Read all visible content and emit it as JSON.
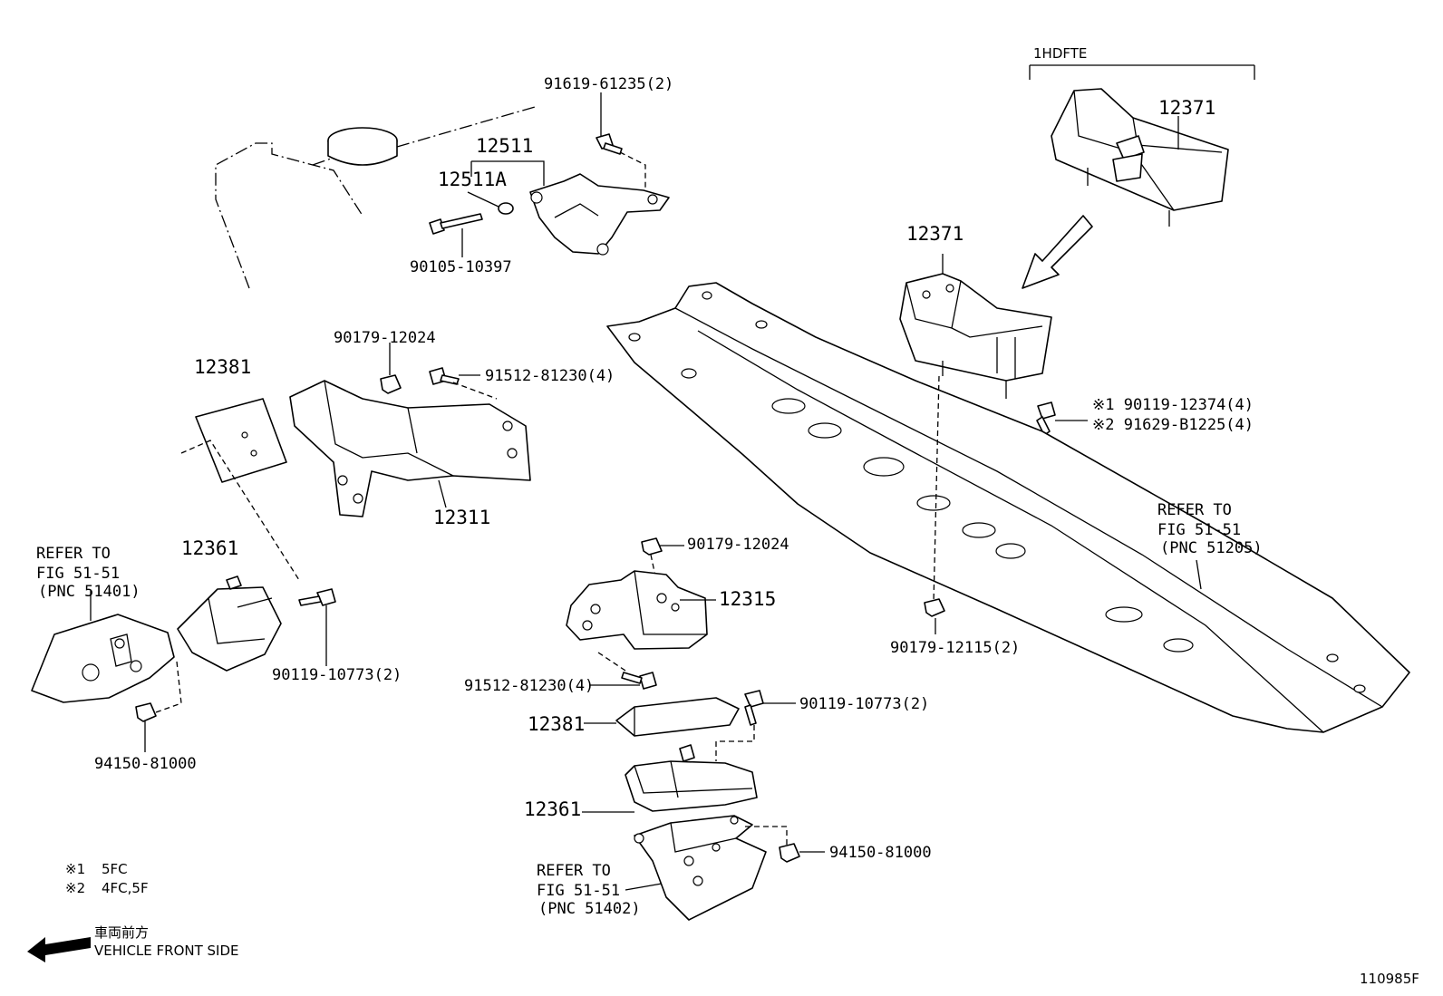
{
  "diagram": {
    "figure_code": "110985F",
    "engine_variant": "1HDFTE",
    "direction": {
      "jp": "車両前方",
      "en": "VEHICLE FRONT SIDE"
    },
    "notes": [
      {
        "mark": "※1",
        "text": "5FC"
      },
      {
        "mark": "※2",
        "text": "4FC,5F"
      }
    ],
    "labels": {
      "p91619_61235": "91619-61235(2)",
      "p12511": "12511",
      "p12511A": "12511A",
      "p90105_10397": "90105-10397",
      "p12371_top": "12371",
      "p12371_mid": "12371",
      "p90179_12024_a": "90179-12024",
      "p91512_81230_a": "91512-81230(4)",
      "p12381_a": "12381",
      "p12311": "12311",
      "p90119_12374": "※1 90119-12374(4)",
      "p91629_B1225": "※2 91629-B1225(4)",
      "p12361_a": "12361",
      "p90119_10773_a": "90119-10773(2)",
      "p94150_81000_a": "94150-81000",
      "p90179_12024_b": "90179-12024",
      "p12315": "12315",
      "p91512_81230_b": "91512-81230(4)",
      "p12381_b": "12381",
      "p90119_10773_b": "90119-10773(2)",
      "p12361_b": "12361",
      "p94150_81000_b": "94150-81000",
      "p90179_12115": "90179-12115(2)"
    },
    "refs": {
      "left": {
        "l1": "REFER TO",
        "l2": "FIG 51-51",
        "l3": "(PNC 51401)"
      },
      "right": {
        "l1": "REFER TO",
        "l2": "FIG 51-51",
        "l3": "(PNC 51205)"
      },
      "bottom": {
        "l1": "REFER TO",
        "l2": "FIG 51-51",
        "l3": "(PNC 51402)"
      }
    }
  }
}
